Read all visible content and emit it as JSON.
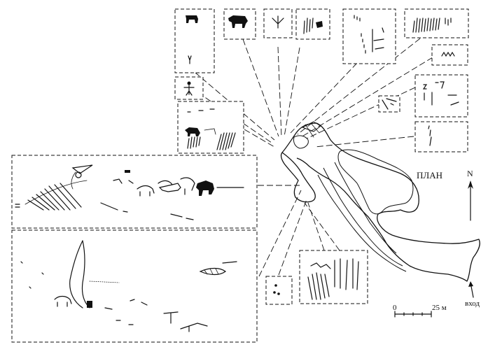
{
  "labels": {
    "plan": "ПЛАН",
    "north": "N",
    "entrance": "вход"
  },
  "scale_bar": {
    "start": "0",
    "end": "25 м"
  },
  "colors": {
    "ink": "#111111",
    "background": "#ffffff"
  }
}
